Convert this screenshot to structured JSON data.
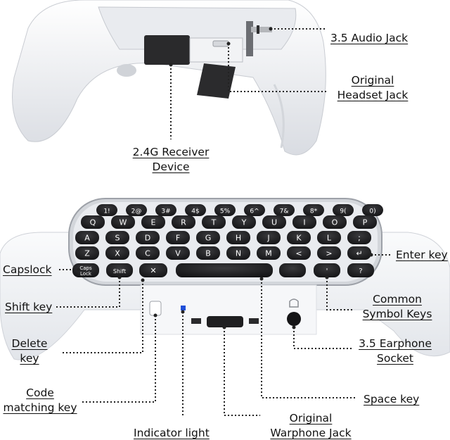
{
  "labels": {
    "audio_jack": "3.5 Audio Jack",
    "headset_jack_1": "Original",
    "headset_jack_2": "Headset Jack",
    "receiver_1": "2.4G Receiver",
    "receiver_2": "Device",
    "enter_key": "Enter key",
    "capslock": "Capslock",
    "shift_key": "Shift key",
    "common_symbol_1": "Common",
    "common_symbol_2": "Symbol Keys",
    "delete_key_1": "Delete",
    "delete_key_2": "key",
    "earphone_1": "3.5 Earphone",
    "earphone_2": "Socket",
    "code_matching_1": "Code",
    "code_matching_2": "matching key",
    "space_key": "Space key",
    "indicator_light": "Indicator light",
    "warphone_1": "Original",
    "warphone_2": "Warphone Jack"
  },
  "keyboard": {
    "row1": [
      "1",
      "2",
      "3",
      "4",
      "5",
      "6",
      "7",
      "8",
      "9",
      "0"
    ],
    "row1_sub": [
      "!",
      "@",
      "#",
      "$",
      "%",
      "^",
      "&",
      "*",
      "(",
      ")"
    ],
    "row2": [
      "Q",
      "W",
      "E",
      "R",
      "T",
      "Y",
      "U",
      "I",
      "O",
      "P"
    ],
    "row3": [
      "A",
      "S",
      "D",
      "F",
      "G",
      "H",
      "J",
      "K",
      "L",
      ";"
    ],
    "row4": [
      "Z",
      "X",
      "C",
      "V",
      "B",
      "N",
      "M",
      "<",
      ">",
      "↵"
    ],
    "caps_label_1": "Caps",
    "caps_label_2": "Lock",
    "shift_label": "Shift",
    "delete_symbol": "✕",
    "comma_symbol": "'",
    "question_symbol": "?"
  },
  "colors": {
    "key": "#1c1c1e",
    "body": "#f4f5f7",
    "indicator": "#1f4fd8"
  }
}
